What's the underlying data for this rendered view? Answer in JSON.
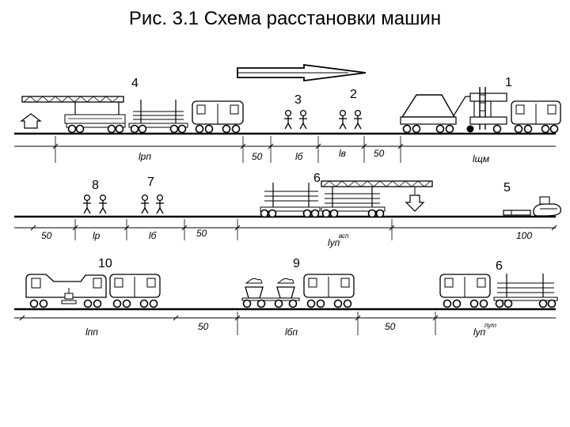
{
  "title": "Рис. 3.1 Схема расстановки машин",
  "row1": {
    "labels": {
      "l1": "1",
      "l2": "2",
      "l3": "3",
      "l4": "4"
    },
    "dims": {
      "lrp": "lрп",
      "d50a": "50",
      "lb": "lб",
      "lv": "lв",
      "d50b": "50",
      "lshchm": "lщм"
    }
  },
  "row2": {
    "labels": {
      "l5": "5",
      "l6": "6",
      "l7": "7",
      "l8": "8"
    },
    "dims": {
      "d50a": "50",
      "lr": "lр",
      "lb": "lб",
      "d50b": "50",
      "lup": "lуп",
      "lup_sup": "всп",
      "d100": "100"
    }
  },
  "row3": {
    "labels": {
      "l10": "10",
      "l9": "9",
      "l6": "6"
    },
    "dims": {
      "lpp": "lпп",
      "d50a": "50",
      "lbp": "lбп",
      "d50b": "50",
      "lup": "lуп",
      "lup_sup": "пут"
    }
  }
}
